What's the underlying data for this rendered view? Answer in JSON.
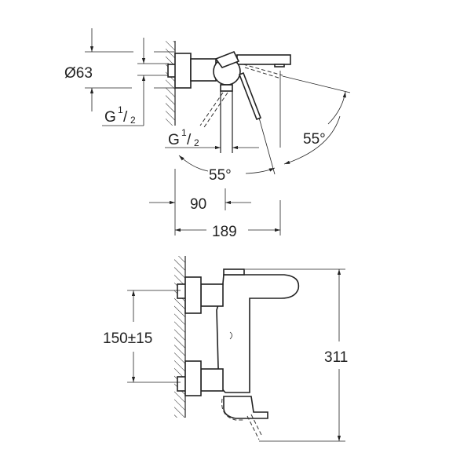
{
  "top_view": {
    "diameter": "Ø63",
    "thread_wall": {
      "main": "G",
      "sup": "1",
      "sub": "2"
    },
    "thread_outlet": {
      "main": "G",
      "sup": "1",
      "sub": "2"
    },
    "angle_right": "55°",
    "angle_left": "55°",
    "dim_90": "90",
    "dim_189": "189"
  },
  "side_view": {
    "spacing": "150±15",
    "height": "311"
  }
}
